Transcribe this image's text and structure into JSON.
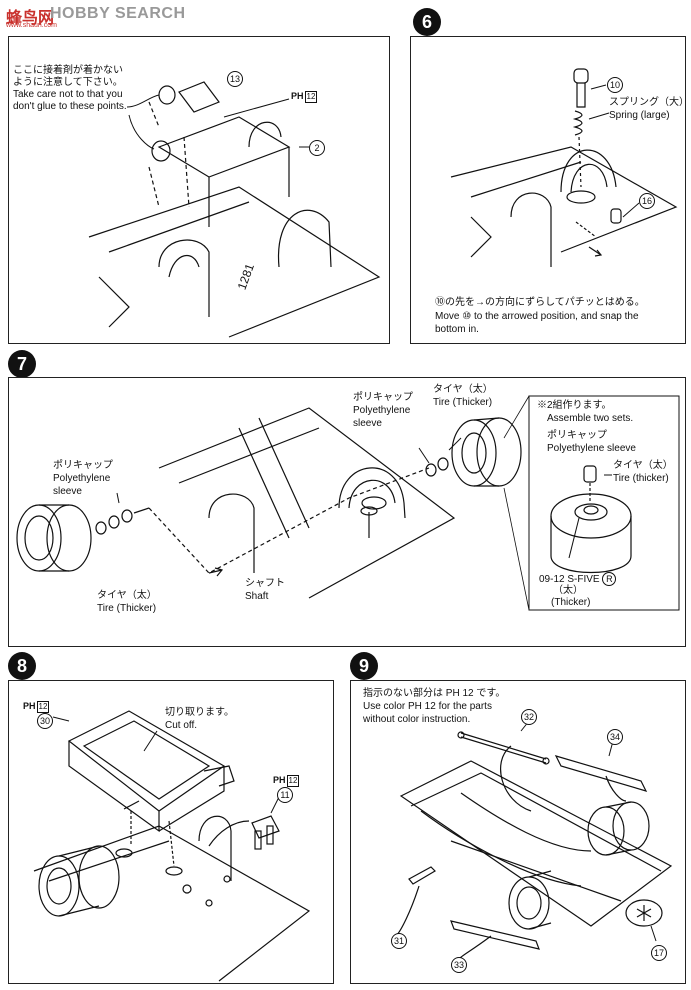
{
  "logo": {
    "mark": "蜂鸟网",
    "word": "HOBBY SEARCH",
    "url": "www.shaun.com"
  },
  "steps": {
    "s5": {
      "note_jp": "ここに接着剤が着かない",
      "note_jp2": "ように注意して下さい。",
      "note_en": "Take care not to that you",
      "note_en2": "don't glue to these points.",
      "part13": "13",
      "part2": "2",
      "ph": "PH",
      "ph_num": "12"
    },
    "s6": {
      "num": "6",
      "part10": "10",
      "spring_jp": "スプリング（大）",
      "spring_en": "Spring (large)",
      "part16": "16",
      "inst_jp": "⑩の先を→の方向にずらしてパチッとはめる。",
      "inst_en1": "Move ⑩ to the arrowed position, and snap the",
      "inst_en2": "bottom in."
    },
    "s7": {
      "num": "7",
      "cap_jp": "ポリキャップ",
      "cap_en1": "Polyethylene",
      "cap_en2": "sleeve",
      "tire_jp": "タイヤ（太）",
      "tire_en": "Tire (Thicker)",
      "cap2_jp": "ポリキャップ",
      "cap2_en1": "Polyethylene",
      "cap2_en2": "sleeve",
      "tire2_jp": "タイヤ（太）",
      "tire2_en": "Tire (Thicker)",
      "shaft_jp": "シャフト",
      "shaft_en": "Shaft",
      "inset_jp": "※2組作ります。",
      "inset_en": "Assemble two sets.",
      "inset_cap_jp": "ポリキャップ",
      "inset_cap_en": "Polyethylene sleeve",
      "inset_tire_jp": "タイヤ（太）",
      "inset_tire_en": "Tire (thicker)",
      "wheel_code": "09-12 S-FIVE",
      "wheel_r": "R",
      "wheel_jp": "（太）",
      "wheel_en": "(Thicker)"
    },
    "s8": {
      "num": "8",
      "ph": "PH",
      "ph_num": "12",
      "part30": "30",
      "cut_jp": "切り取ります。",
      "cut_en": "Cut off.",
      "ph2": "PH",
      "ph2_num": "12",
      "part11": "11"
    },
    "s9": {
      "num": "9",
      "note_jp": "指示のない部分は PH 12 です。",
      "note_en1": "Use color PH 12 for the parts",
      "note_en2": "without color instruction.",
      "part32": "32",
      "part34": "34",
      "part31": "31",
      "part33": "33",
      "part17": "17"
    }
  }
}
